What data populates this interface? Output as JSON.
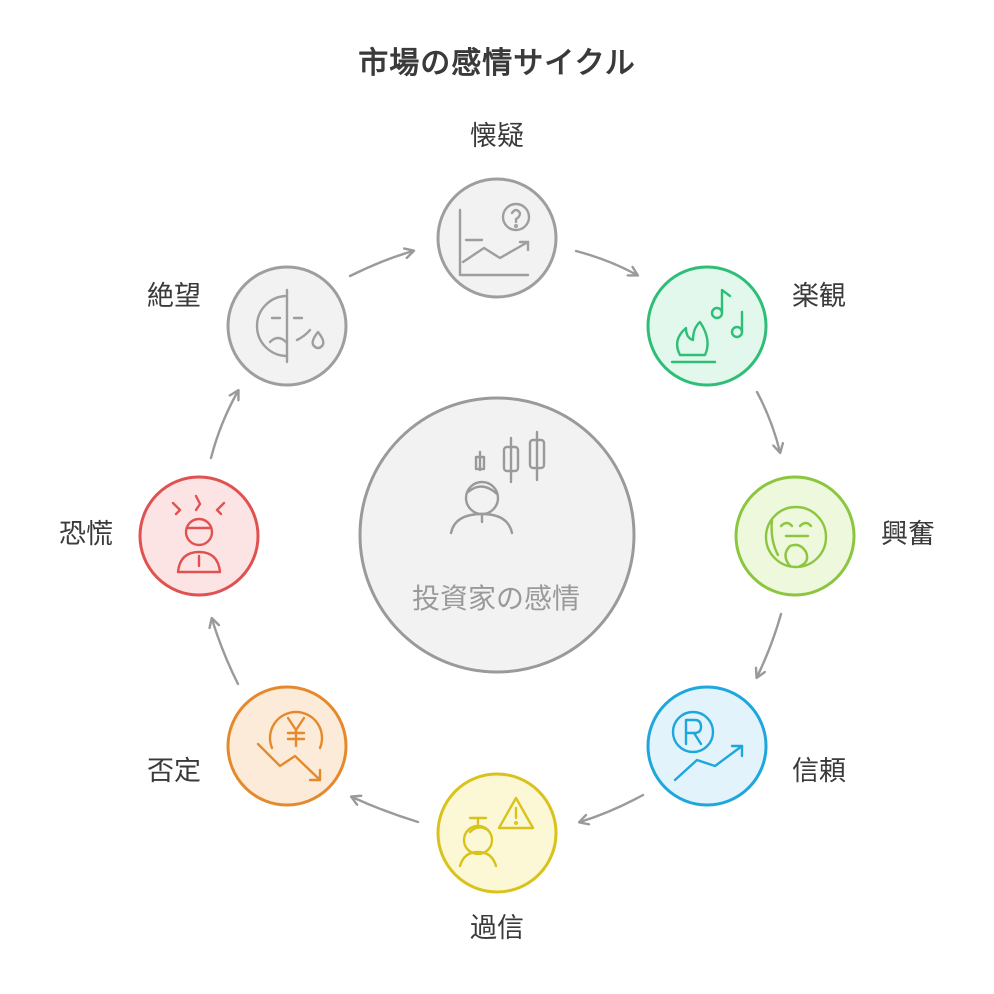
{
  "title": "市場の感情サイクル",
  "center": {
    "label": "投資家の感情"
  },
  "stages": [
    {
      "id": "kaigi",
      "label": "懐疑",
      "color": "#9e9e9e",
      "fill": "#f2f2f2",
      "icon": "chart-question-icon"
    },
    {
      "id": "rakkan",
      "label": "楽観",
      "color": "#2fbe78",
      "fill": "#e3f8ec",
      "icon": "campfire-music-icon"
    },
    {
      "id": "kofun",
      "label": "興奮",
      "color": "#8cc63f",
      "fill": "#eef8dc",
      "icon": "excited-face-icon"
    },
    {
      "id": "shinrai",
      "label": "信頼",
      "color": "#1ea7dc",
      "fill": "#e2f3fb",
      "icon": "coin-growth-icon"
    },
    {
      "id": "kashin",
      "label": "過信",
      "color": "#d9c21c",
      "fill": "#fcf8d6",
      "icon": "person-warning-icon"
    },
    {
      "id": "hitei",
      "label": "否定",
      "color": "#e58a2c",
      "fill": "#fdebd9",
      "icon": "yen-decline-icon"
    },
    {
      "id": "kyoko",
      "label": "恐慌",
      "color": "#e05252",
      "fill": "#fde4e4",
      "icon": "panic-person-icon"
    },
    {
      "id": "zetsubo",
      "label": "絶望",
      "color": "#9e9e9e",
      "fill": "#f2f2f2",
      "icon": "sad-face-tear-icon"
    }
  ]
}
